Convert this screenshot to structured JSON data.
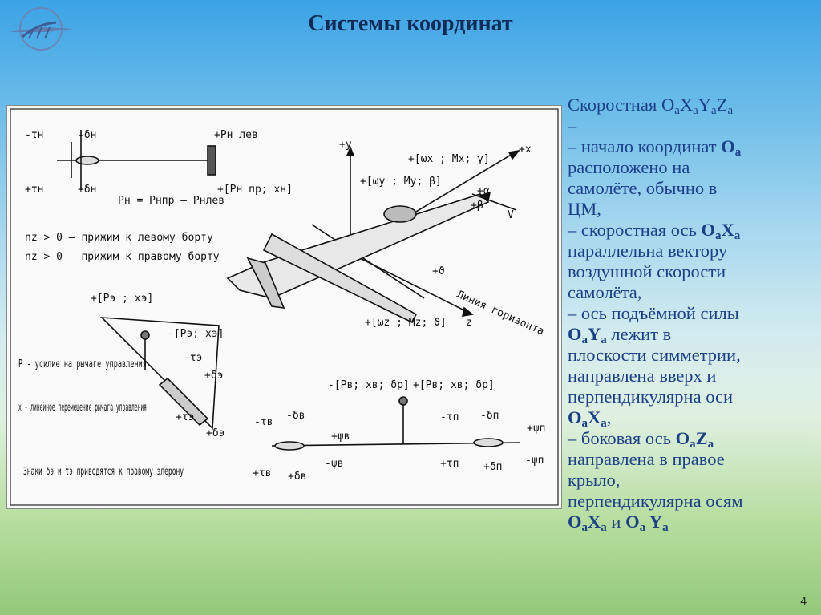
{
  "title": "Системы координат",
  "logo": {
    "icon": "aviation-wings-logo"
  },
  "description": {
    "heading": "Скоростная",
    "lines": [
      "–",
      "– начало координат",
      "расположено на",
      "самолёте, обычно в",
      "ЦМ,",
      "– скоростная ось",
      "параллельна вектору",
      "воздушной скорости",
      "самолёта,",
      "– ось подъёмной силы",
      "лежит в",
      "плоскости симметрии,",
      "направлена вверх и",
      "перпендикулярна оси",
      "– боковая ось",
      "направлена в правое",
      "крыло,",
      "перпендикулярна осям",
      "и"
    ]
  },
  "figure": {
    "labels": {
      "tau_n": "-τн",
      "delta_n": "-δн",
      "p_lev": "+Pн лев",
      "tau_n_plus": "+τн",
      "delta_n_plus": "+δн",
      "p_pr": "+[Pн пр; xн]",
      "p_eq": "Pн = Pнпр – Pнлев",
      "nz_left": "nz > 0 – прижим к левому борту",
      "nz_right": "nz > 0 – прижим к правому борту",
      "p_e": "+[Pэ ; xэ]",
      "p_e_minus": "-[Pэ; xэ]",
      "tau_e": "-τэ",
      "delta_e": "+δэ",
      "tau_e_plus": "+τэ",
      "delta_e_plus": "+δэ",
      "p_desc": "P - усилие на рычаге управления",
      "x_desc": "x - линейное перемещение рычага управления",
      "signs": "Знаки δэ и τэ приводятся к правому элерону",
      "axis_y": "+y",
      "axis_x": "+x",
      "omega_x": "+[ωx ; Mx; γ]",
      "omega_y": "+[ωy ; My; β]",
      "alpha": "+α",
      "beta": "+β",
      "v": "V",
      "theta": "+ϑ",
      "horizon": "Линия горизонта",
      "omega_z": "+[ωz ; Mz; ϑ]",
      "axis_z": "z",
      "p_b_minus": "-[Pв; xв; δр]",
      "p_b_plus": "+[Pв; xв; δр]",
      "tau_b": "-τв",
      "delta_b": "-δв",
      "psi_b": "+ψв",
      "tau_b_plus": "+τв",
      "delta_b_plus": "+δв",
      "psi_b_minus": "-ψв",
      "tau_p": "-τп",
      "delta_p": "-δп",
      "psi_p": "+ψп",
      "tau_p_plus": "+τп",
      "delta_p_plus": "+δп",
      "psi_p_minus": "-ψп"
    }
  },
  "page_number": "4"
}
